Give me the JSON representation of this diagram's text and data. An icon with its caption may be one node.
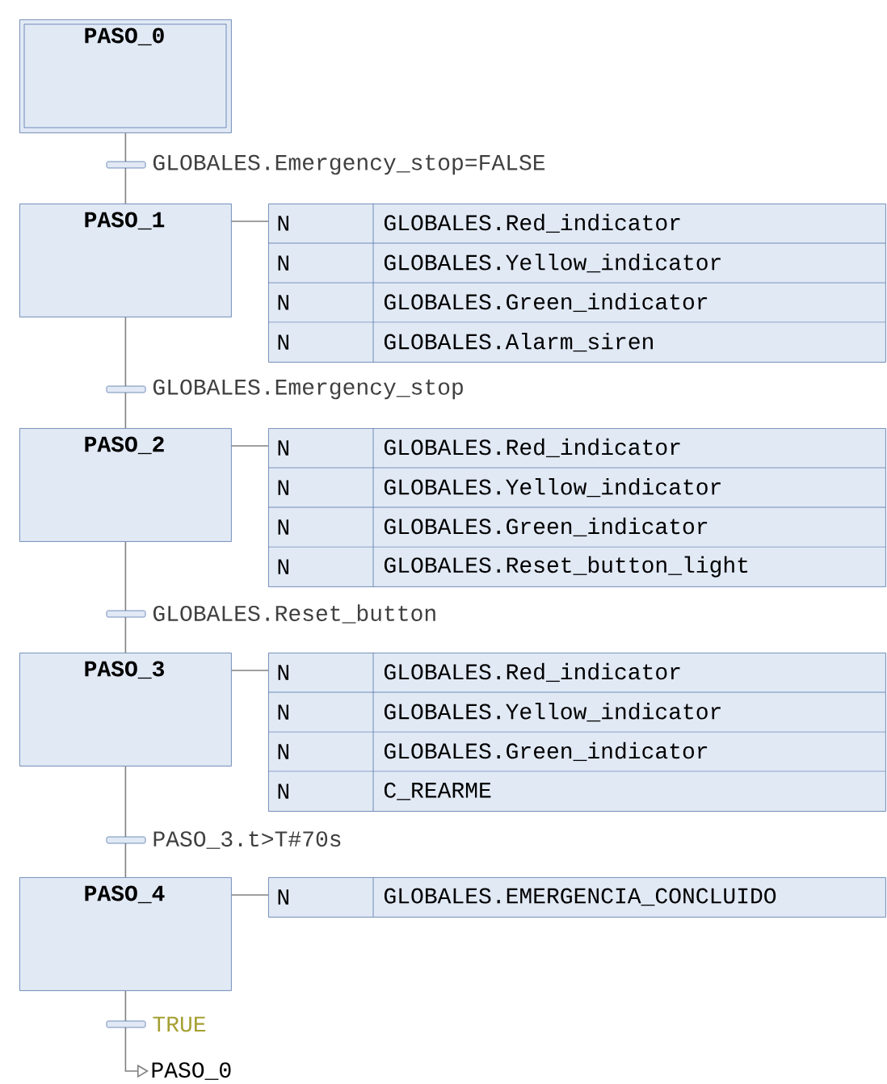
{
  "diagram": {
    "nodes": [
      {
        "text": [
          "PASO_0"
        ]
      },
      {
        "text": [
          "PASO_1"
        ]
      },
      {
        "text": [
          "N",
          "GLOBALES.Red_indicator",
          "N",
          "GLOBALES.Yellow_indicator",
          "N",
          "GLOBALES.Green_indicator",
          "N",
          "GLOBALES.Alarm_siren"
        ]
      },
      {
        "text": [
          "PASO_2"
        ]
      },
      {
        "text": [
          "N",
          "GLOBALES.Red_indicator",
          "N",
          "GLOBALES.Yellow_indicator",
          "N",
          "GLOBALES.Green_indicator",
          "N",
          "GLOBALES.Reset_button_light"
        ]
      },
      {
        "text": [
          "PASO_3"
        ]
      },
      {
        "text": [
          "N",
          "GLOBALES.Red_indicator",
          "N",
          "GLOBALES.Yellow_indicator",
          "N",
          "GLOBALES.Green_indicator",
          "N",
          "C_REARME"
        ]
      },
      {
        "text": [
          "PASO_4"
        ]
      },
      {
        "text": [
          "N",
          "GLOBALES.EMERGENCIA_CONCLUIDO"
        ]
      },
      {
        "text": [
          "PASO_0"
        ]
      }
    ],
    "edges": [
      {
        "from": 0,
        "to": 1,
        "arrow": "none",
        "label": "GLOBALES.Emergency_stop=FALSE"
      },
      {
        "from": 1,
        "to": 2,
        "arrow": "none"
      },
      {
        "from": 1,
        "to": 3,
        "arrow": "none",
        "label": "GLOBALES.Emergency_stop"
      },
      {
        "from": 3,
        "to": 4,
        "arrow": "none"
      },
      {
        "from": 3,
        "to": 5,
        "arrow": "none",
        "label": "GLOBALES.Reset_button"
      },
      {
        "from": 5,
        "to": 6,
        "arrow": "none"
      },
      {
        "from": 5,
        "to": 7,
        "arrow": "none",
        "label": "PASO_3.t>T#70s"
      },
      {
        "from": 7,
        "to": 8,
        "arrow": "none"
      },
      {
        "from": 7,
        "to": 9,
        "arrow": "to",
        "label": "TRUE"
      }
    ]
  }
}
